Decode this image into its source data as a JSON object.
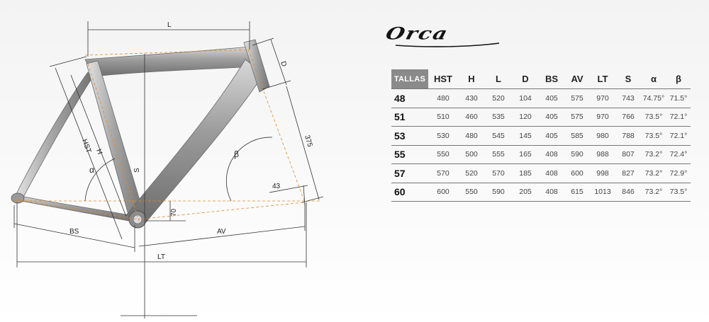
{
  "brand": {
    "name": "Orca"
  },
  "diagram": {
    "labels": {
      "L": "L",
      "D": "D",
      "dim375": "375",
      "beta": "β",
      "dim43": "43",
      "HST": "HST",
      "H": "H",
      "alpha": "α",
      "S": "S",
      "dim70": "70",
      "BS": "BS",
      "AV": "AV",
      "LT": "LT"
    }
  },
  "geometry_table": {
    "headers": [
      "TALLAS",
      "HST",
      "H",
      "L",
      "D",
      "BS",
      "AV",
      "LT",
      "S",
      "α",
      "β"
    ],
    "rows": [
      [
        "48",
        "480",
        "430",
        "520",
        "104",
        "405",
        "575",
        "970",
        "743",
        "74.75°",
        "71.5°"
      ],
      [
        "51",
        "510",
        "460",
        "535",
        "120",
        "405",
        "575",
        "970",
        "766",
        "73.5°",
        "72.1°"
      ],
      [
        "53",
        "530",
        "480",
        "545",
        "145",
        "405",
        "585",
        "980",
        "788",
        "73.5°",
        "72.1°"
      ],
      [
        "55",
        "550",
        "500",
        "555",
        "165",
        "408",
        "590",
        "988",
        "807",
        "73.2°",
        "72.4°"
      ],
      [
        "57",
        "570",
        "520",
        "570",
        "185",
        "408",
        "600",
        "998",
        "827",
        "73.2°",
        "72.9°"
      ],
      [
        "60",
        "600",
        "550",
        "590",
        "205",
        "408",
        "615",
        "1013",
        "846",
        "73.2°",
        "73.5°"
      ]
    ]
  }
}
